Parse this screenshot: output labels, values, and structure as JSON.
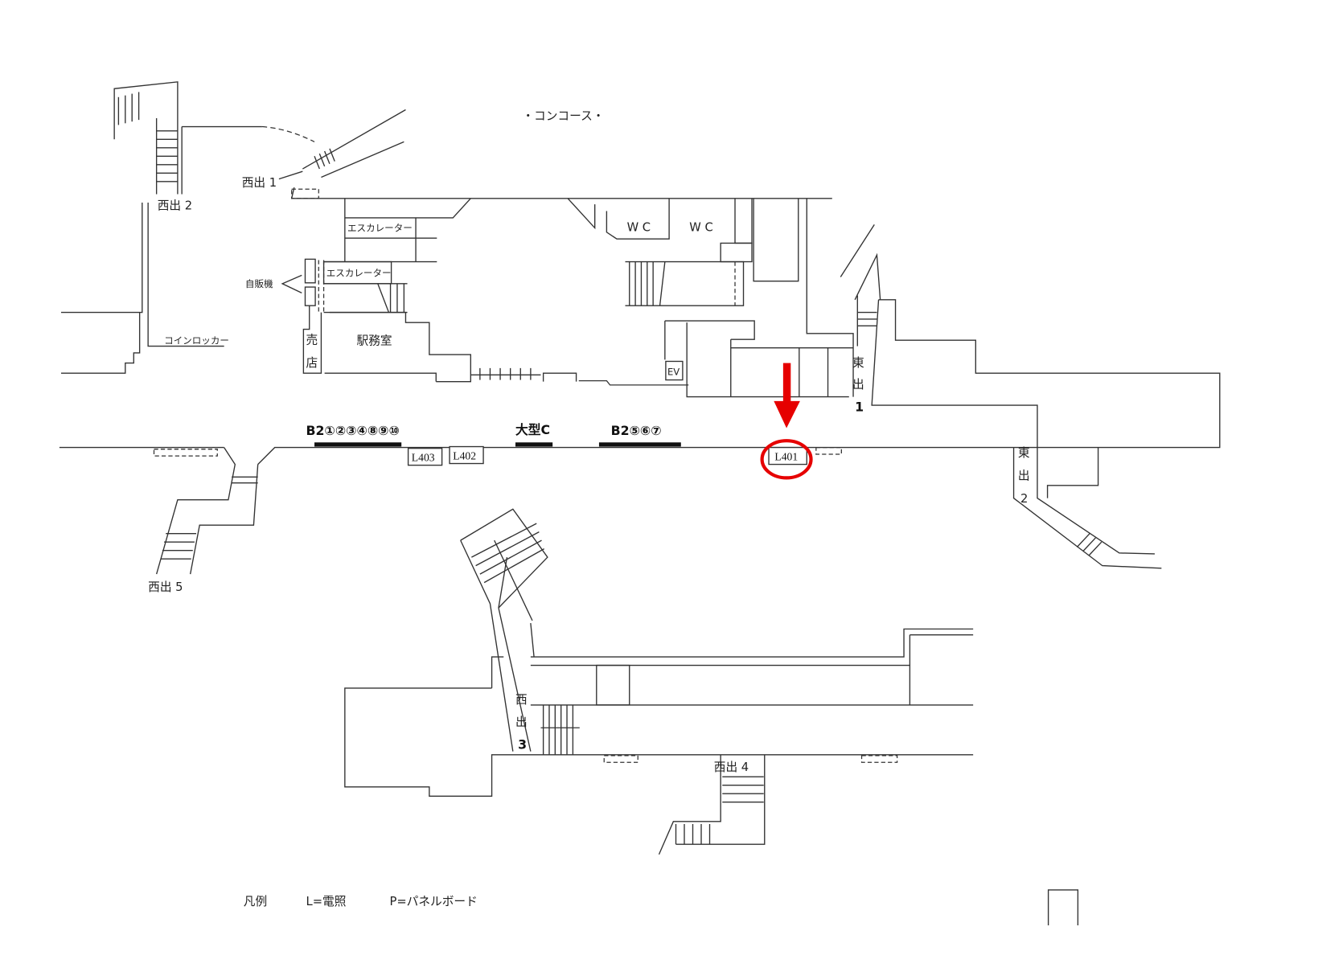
{
  "title": "・コンコース・",
  "exits": {
    "west1": "西出 1",
    "west2": "西出 2",
    "west3_a": "西",
    "west3_b": "出",
    "west3_c": "3",
    "west4": "西出 4",
    "west5": "西出 5",
    "east1_a": "東",
    "east1_b": "出",
    "east1_c": "1",
    "east2_a": "東",
    "east2_b": "出",
    "east2_c": "2"
  },
  "facilities": {
    "escalator1": "エスカレーター",
    "escalator2": "エスカレーター",
    "vending": "自販機",
    "coin_locker": "コインロッカー",
    "shop_a": "売",
    "shop_b": "店",
    "station_office": "駅務室",
    "wc1": "W C",
    "wc2": "W C",
    "elevator": "EV"
  },
  "platform_signs": {
    "b2_left": "B2①②③④⑧⑨⑩",
    "large_c": "大型C",
    "b2_right": "B2⑤⑥⑦"
  },
  "lights": [
    "L403",
    "L402",
    "L401"
  ],
  "highlight": {
    "target": "L401",
    "color": "#e60000"
  },
  "legend": {
    "label": "凡例",
    "l": "L=電照",
    "p": "P=パネルボード"
  }
}
